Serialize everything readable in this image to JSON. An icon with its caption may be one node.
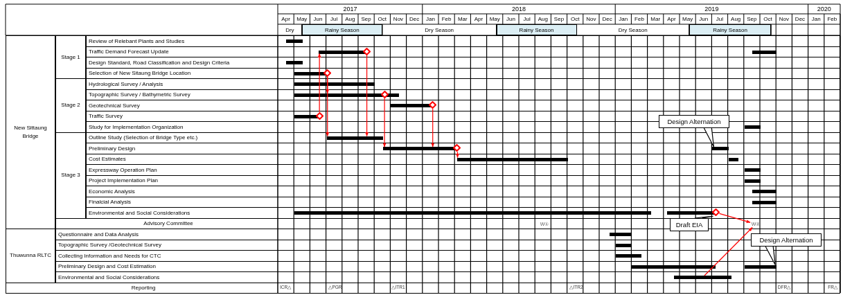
{
  "diagram": {
    "nodes": [
      {
        "text": [
          "New Sittaung Bridge"
        ]
      },
      {
        "text": [
          "Stage 1"
        ]
      },
      {
        "text": [
          "Review of Relebant Plants and Studies"
        ]
      },
      {
        "text": [],
        "shape": "bar",
        "in": 2
      },
      {
        "text": [
          "Traffic Demand Forecast Update"
        ]
      },
      {
        "text": [],
        "shape": "bar",
        "in": 4
      },
      {
        "text": [],
        "shape": "diamond",
        "in": 4
      },
      {
        "text": [],
        "shape": "bar",
        "in": 4
      },
      {
        "text": [
          "Design Standard, Road Classification and Design Criteria"
        ]
      },
      {
        "text": [],
        "shape": "bar",
        "in": 8
      },
      {
        "text": [
          "Selection of New Sitaung Bridge Location"
        ]
      },
      {
        "text": [],
        "shape": "bar",
        "in": 10
      },
      {
        "text": [],
        "shape": "diamond",
        "in": 10
      },
      {
        "text": [
          "Stage 2"
        ]
      },
      {
        "text": [
          "Hydrological Survey / Analysis"
        ]
      },
      {
        "text": [],
        "shape": "bar",
        "in": 14
      },
      {
        "text": [
          "Topographic Survey / Bathymetric Survey"
        ]
      },
      {
        "text": [],
        "shape": "bar",
        "in": 16
      },
      {
        "text": [],
        "shape": "diamond",
        "in": 16
      },
      {
        "text": [
          "Geotechnical Survey"
        ]
      },
      {
        "text": [],
        "shape": "bar",
        "in": 19
      },
      {
        "text": [],
        "shape": "diamond",
        "in": 19
      },
      {
        "text": [
          "Traffic Survey"
        ]
      },
      {
        "text": [],
        "shape": "bar",
        "in": 22
      },
      {
        "text": [],
        "shape": "diamond",
        "in": 22
      },
      {
        "text": [
          "Study for Implementation Organization"
        ]
      },
      {
        "text": [],
        "shape": "bar",
        "in": 25
      },
      {
        "text": [
          "Stage 3"
        ]
      },
      {
        "text": [
          "Outline Study (Selection of Bridge Type etc.)"
        ]
      },
      {
        "text": [],
        "shape": "bar",
        "in": 28
      },
      {
        "text": [
          "Preliminary Design"
        ]
      },
      {
        "text": [],
        "shape": "bar",
        "in": 30
      },
      {
        "text": [],
        "shape": "diamond",
        "in": 30
      },
      {
        "text": [],
        "shape": "bar",
        "in": 30
      },
      {
        "text": [
          "Cost Estimates"
        ]
      },
      {
        "text": [],
        "shape": "bar",
        "in": 34
      },
      {
        "text": [],
        "shape": "bar",
        "in": 34
      },
      {
        "text": [
          "Expressway Operation Plan"
        ]
      },
      {
        "text": [],
        "shape": "bar",
        "in": 37
      },
      {
        "text": [
          "Project Implementation Plan"
        ]
      },
      {
        "text": [],
        "shape": "bar",
        "in": 39
      },
      {
        "text": [
          "Economic Analysis"
        ]
      },
      {
        "text": [],
        "shape": "bar",
        "in": 41
      },
      {
        "text": [
          "Finalcial Analysis"
        ]
      },
      {
        "text": [],
        "shape": "bar",
        "in": 43
      },
      {
        "text": [
          "Environmental and Social Considerations"
        ]
      },
      {
        "text": [],
        "shape": "bar",
        "in": 45
      },
      {
        "text": [],
        "shape": "bar",
        "in": 45
      },
      {
        "text": [],
        "shape": "diamond",
        "in": 45
      },
      {
        "text": [
          "Advisory Committee"
        ]
      },
      {
        "text": [
          "W①"
        ],
        "in": 49
      },
      {
        "text": [
          "W②"
        ],
        "in": 49
      },
      {
        "text": [
          "Thuwunna RLTC"
        ]
      },
      {
        "text": [
          "Questionnaire and Data Analysis"
        ]
      },
      {
        "text": [],
        "shape": "bar",
        "in": 53
      },
      {
        "text": [
          "Topographic Survey /Geotechnical Survey"
        ]
      },
      {
        "text": [],
        "shape": "bar",
        "in": 55
      },
      {
        "text": [
          "Collecting Information and Needs for CTC"
        ]
      },
      {
        "text": [],
        "shape": "bar",
        "in": 57
      },
      {
        "text": [
          "Preliminary Design and Cost Estimation"
        ]
      },
      {
        "text": [],
        "shape": "bar",
        "in": 59
      },
      {
        "text": [],
        "shape": "bar",
        "in": 59
      },
      {
        "text": [
          "Environmental and Social Considerations"
        ]
      },
      {
        "text": [],
        "shape": "bar",
        "in": 62
      },
      {
        "text": [
          "Reporting"
        ]
      },
      {
        "text": [
          "Design Alternation"
        ]
      },
      {
        "text": [
          "Draft EIA"
        ]
      },
      {
        "text": [
          "Design Alternation"
        ]
      }
    ],
    "edges": [
      {
        "from": 24,
        "to": 5,
        "arrow": "to"
      },
      {
        "from": 12,
        "to": 17,
        "arrow": "to"
      },
      {
        "from": 12,
        "to": 29,
        "arrow": "to"
      },
      {
        "from": 6,
        "to": 29,
        "arrow": "to"
      },
      {
        "from": 18,
        "to": 31,
        "arrow": "to"
      },
      {
        "from": 21,
        "to": 31,
        "arrow": "to"
      },
      {
        "from": 32,
        "to": 35,
        "arrow": "to"
      },
      {
        "from": 48,
        "to": 51,
        "arrow": "to"
      },
      {
        "from": 63,
        "to": 51,
        "arrow": "to"
      },
      {
        "from": 65,
        "to": 33,
        "arrow": "none",
        "color": "#000000"
      },
      {
        "from": 66,
        "to": 48,
        "arrow": "none",
        "color": "#000000"
      },
      {
        "from": 67,
        "to": 61,
        "arrow": "none",
        "color": "#000000"
      }
    ],
    "labels": [
      "2017",
      "2018",
      "2019",
      "2020",
      "Apr",
      "May",
      "Jun",
      "Jul",
      "Aug",
      "Sep",
      "Oct",
      "Nov",
      "Dec",
      "Jan",
      "Feb",
      "Mar",
      "Apr",
      "May",
      "Jun",
      "Jul",
      "Aug",
      "Sep",
      "Oct",
      "Nov",
      "Dec",
      "Jan",
      "Feb",
      "Mar",
      "Apr",
      "May",
      "Jun",
      "Jul",
      "Aug",
      "Sep",
      "Oct",
      "Nov",
      "Dec",
      "Jan",
      "Feb",
      "Dry",
      "Rainy Season",
      "Dry Season",
      "Rainy Season",
      "Dry Season",
      "Rainy Season",
      "ICR△",
      "△PGR",
      "△ITR1",
      "△ITR2",
      "DFR△",
      "FR△"
    ]
  }
}
